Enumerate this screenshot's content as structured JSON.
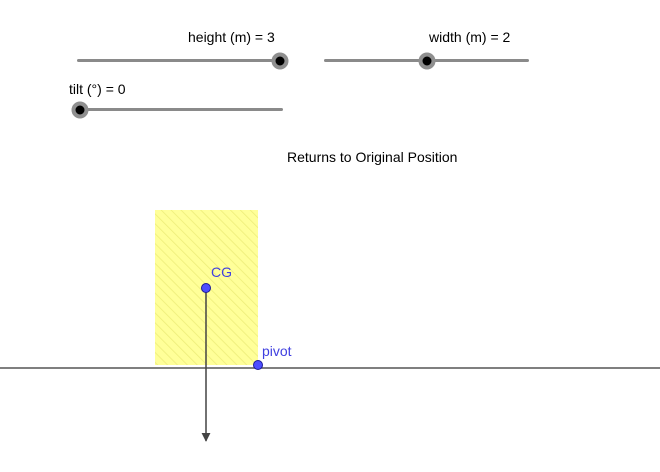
{
  "sliders": {
    "height": {
      "label": "height (m) = 3",
      "value": 3,
      "min": 1,
      "max": 3
    },
    "width": {
      "label": "width (m) = 2",
      "value": 2,
      "min": 1,
      "max": 3
    },
    "tilt": {
      "label": "tilt (°) = 0",
      "value": 0,
      "min": 0,
      "max": 90
    }
  },
  "status_text": "Returns to Original Position",
  "points": {
    "cg_label": "CG",
    "pivot_label": "pivot"
  },
  "colors": {
    "box_fill": "#ffff99",
    "box_hatch": "#e8e86a",
    "point_fill": "#4d4dff",
    "point_label": "#4040e0",
    "ground": "#555555",
    "arrow": "#444444",
    "slider_track": "#8a8a8a",
    "slider_knob": "#000000"
  },
  "icons": {
    "weight_vector": "down-arrow-icon"
  }
}
